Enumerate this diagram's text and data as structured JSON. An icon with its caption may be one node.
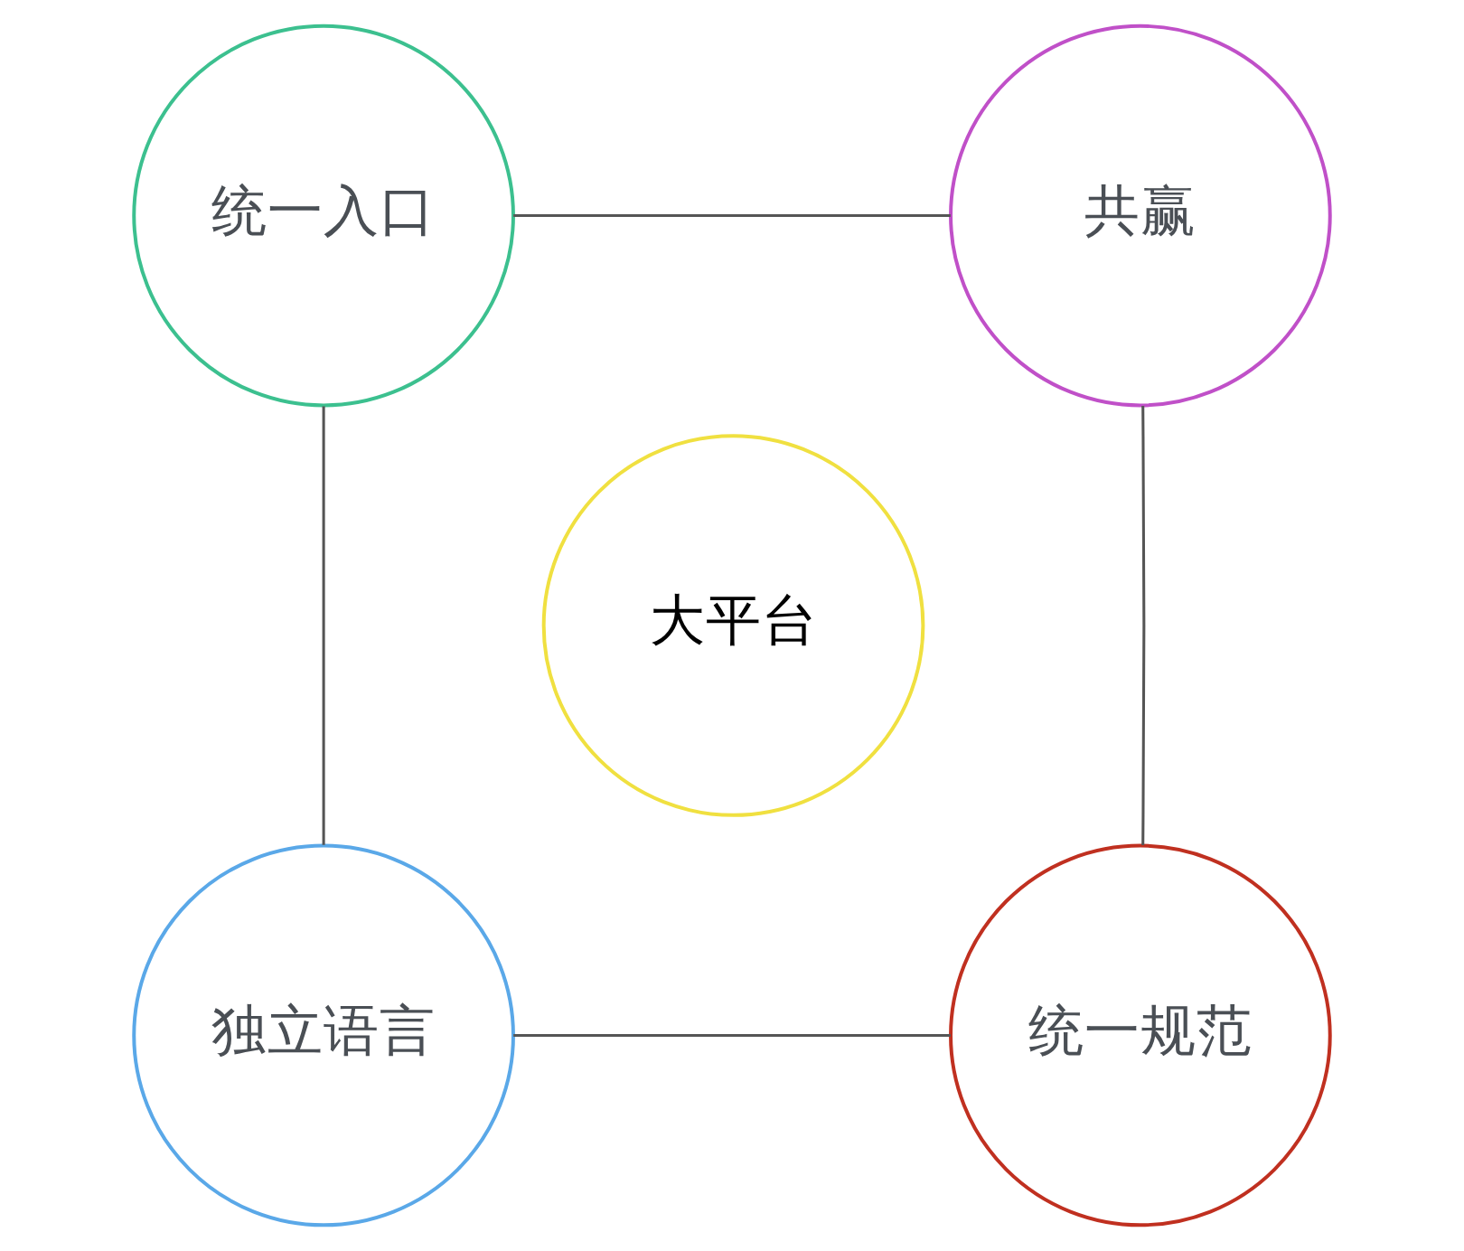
{
  "diagram": {
    "nodes": [
      {
        "text": [
          "统一入口"
        ]
      },
      {
        "text": [
          "共赢"
        ]
      },
      {
        "text": [
          "大平台"
        ]
      },
      {
        "text": [
          "独立语言"
        ]
      },
      {
        "text": [
          "统一规范"
        ]
      }
    ],
    "edges": [
      {
        "from": 0,
        "to": 1,
        "arrow": "none"
      },
      {
        "from": 1,
        "to": 4,
        "arrow": "none"
      },
      {
        "from": 3,
        "to": 4,
        "arrow": "none"
      },
      {
        "from": 0,
        "to": 3,
        "arrow": "none"
      }
    ]
  }
}
